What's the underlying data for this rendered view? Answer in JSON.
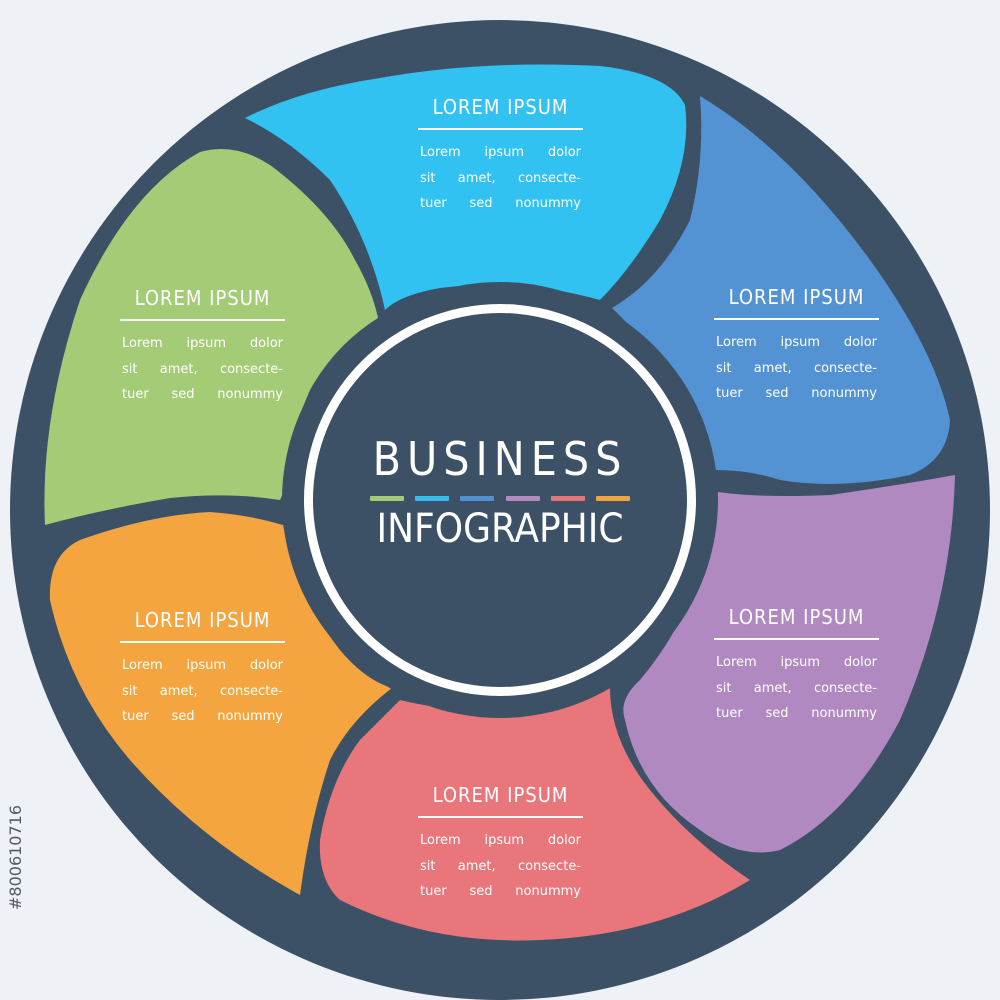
{
  "center": {
    "title_line1": "BUSINESS",
    "title_line2": "INFOGRAPHIC",
    "dash_colors": [
      "#a3cb73",
      "#34bff0",
      "#5290d0",
      "#b38ac0",
      "#e87679",
      "#f2a33e"
    ]
  },
  "colors": {
    "background": "#eef1f5",
    "ring": "#3d5166",
    "center": "#3d5166",
    "segment_cyan": "#31c2f1",
    "segment_blue": "#5393d3",
    "segment_purple": "#b189c1",
    "segment_red": "#e9767a",
    "segment_orange": "#f4a53f",
    "segment_green": "#a4cc76"
  },
  "segments": [
    {
      "id": "cyan",
      "title": "LOREM IPSUM",
      "lines": [
        "Lorem ipsum dolor",
        "sit amet, consecte-",
        "tuer sed nonummy"
      ]
    },
    {
      "id": "blue",
      "title": "LOREM IPSUM",
      "lines": [
        "Lorem ipsum dolor",
        "sit amet, consecte-",
        "tuer sed nonummy"
      ]
    },
    {
      "id": "purple",
      "title": "LOREM IPSUM",
      "lines": [
        "Lorem ipsum dolor",
        "sit amet, consecte-",
        "tuer sed nonummy"
      ]
    },
    {
      "id": "red",
      "title": "LOREM IPSUM",
      "lines": [
        "Lorem ipsum dolor",
        "sit amet, consecte-",
        "tuer sed nonummy"
      ]
    },
    {
      "id": "orange",
      "title": "LOREM IPSUM",
      "lines": [
        "Lorem ipsum dolor",
        "sit amet, consecte-",
        "tuer sed nonummy"
      ]
    },
    {
      "id": "green",
      "title": "LOREM IPSUM",
      "lines": [
        "Lorem ipsum dolor",
        "sit amet, consecte-",
        "tuer sed nonummy"
      ]
    }
  ],
  "stock_id": "#800610716"
}
